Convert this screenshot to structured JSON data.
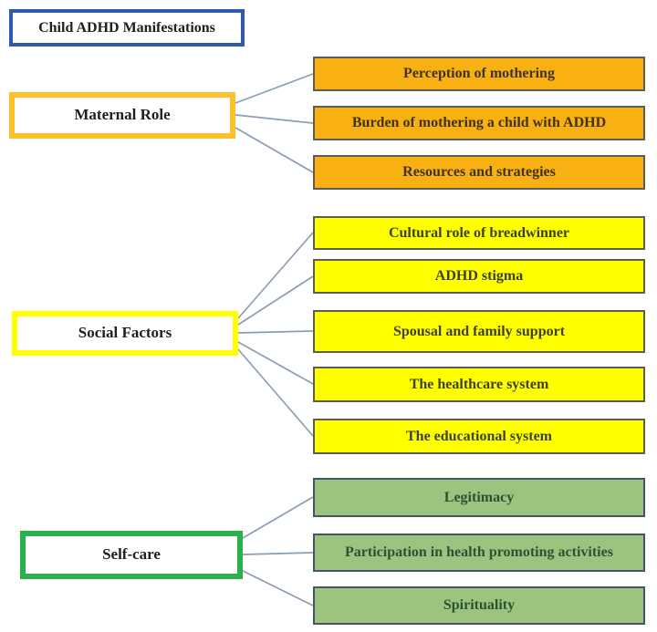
{
  "figure": {
    "title": "Child ADHD Manifestations"
  },
  "colors": {
    "title_border": "#2E5AA8",
    "connector_line": "#8C9CB8",
    "maternal_accent": "#FEC12C",
    "orange_child_fill": "#F9B013",
    "orange_child_border": "#5C5C52",
    "social_accent": "#FFFF00",
    "yellow_child_fill": "#FFFF00",
    "yellow_child_border": "#5C5C52",
    "selfcare_accent": "#2BB04C",
    "green_child_fill": "#9CC47E",
    "green_child_border": "#44546A"
  },
  "sections": [
    {
      "label": "Maternal Role",
      "children": [
        "Perception of mothering",
        "Burden of mothering a child with ADHD",
        "Resources and strategies"
      ]
    },
    {
      "label": "Social Factors",
      "children": [
        "Cultural role of breadwinner",
        "ADHD stigma",
        "Spousal and family support",
        "The healthcare system",
        "The educational system"
      ]
    },
    {
      "label": "Self-care",
      "children": [
        "Legitimacy",
        "Participation in health promoting activities",
        "Spirituality"
      ]
    }
  ]
}
